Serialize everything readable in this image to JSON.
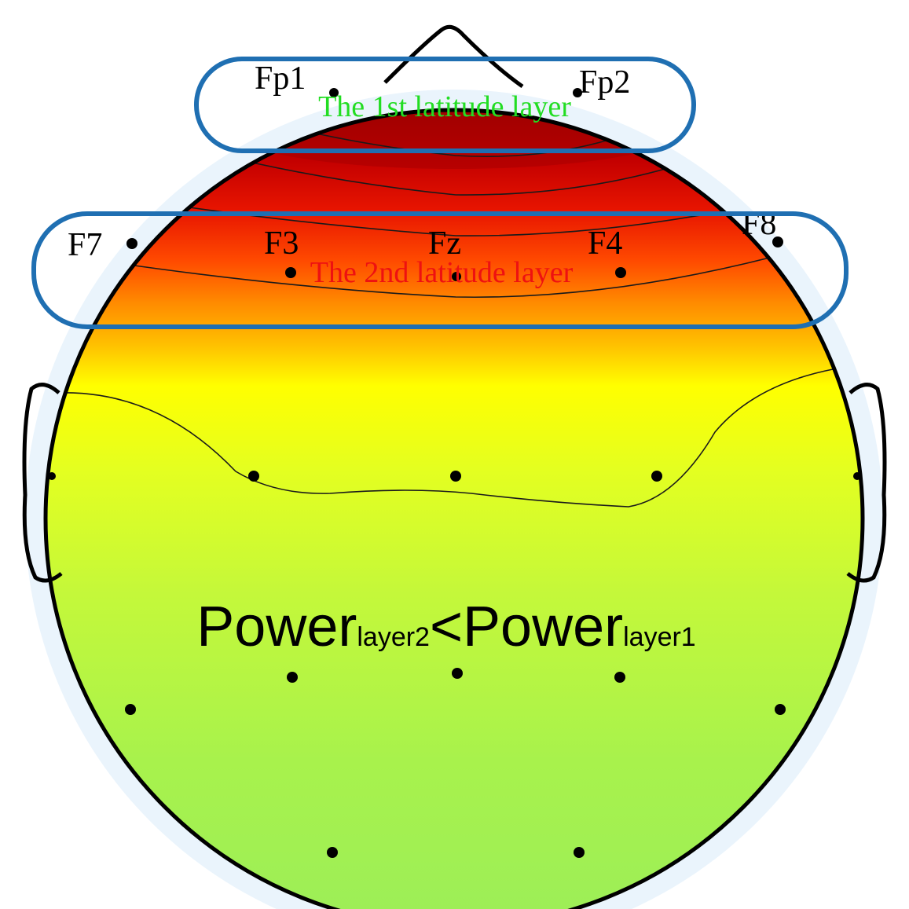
{
  "figure": {
    "electrodes_labeled": [
      {
        "id": "Fp1",
        "label": "Fp1"
      },
      {
        "id": "Fp2",
        "label": "Fp2"
      },
      {
        "id": "F7",
        "label": "F7"
      },
      {
        "id": "F3",
        "label": "F3"
      },
      {
        "id": "Fz",
        "label": "Fz"
      },
      {
        "id": "F4",
        "label": "F4"
      },
      {
        "id": "F8",
        "label": "F8"
      }
    ],
    "layers": [
      {
        "id": "layer1",
        "label": "The 1st latitude layer",
        "color": "#22dd22",
        "outline_color": "#1f6fb2"
      },
      {
        "id": "layer2",
        "label": "The 2nd latitude layer",
        "color": "#ee1111",
        "outline_color": "#1f6fb2"
      }
    ],
    "comparison": {
      "left_word": "Power",
      "left_sub": "layer2",
      "operator": "<",
      "right_word": "Power",
      "right_sub": "layer1"
    },
    "colormap": [
      "#b30000",
      "#e60000",
      "#ff3300",
      "#ff7a00",
      "#ffb000",
      "#ffff00",
      "#ccff33",
      "#a8f550",
      "#9ef060"
    ]
  }
}
